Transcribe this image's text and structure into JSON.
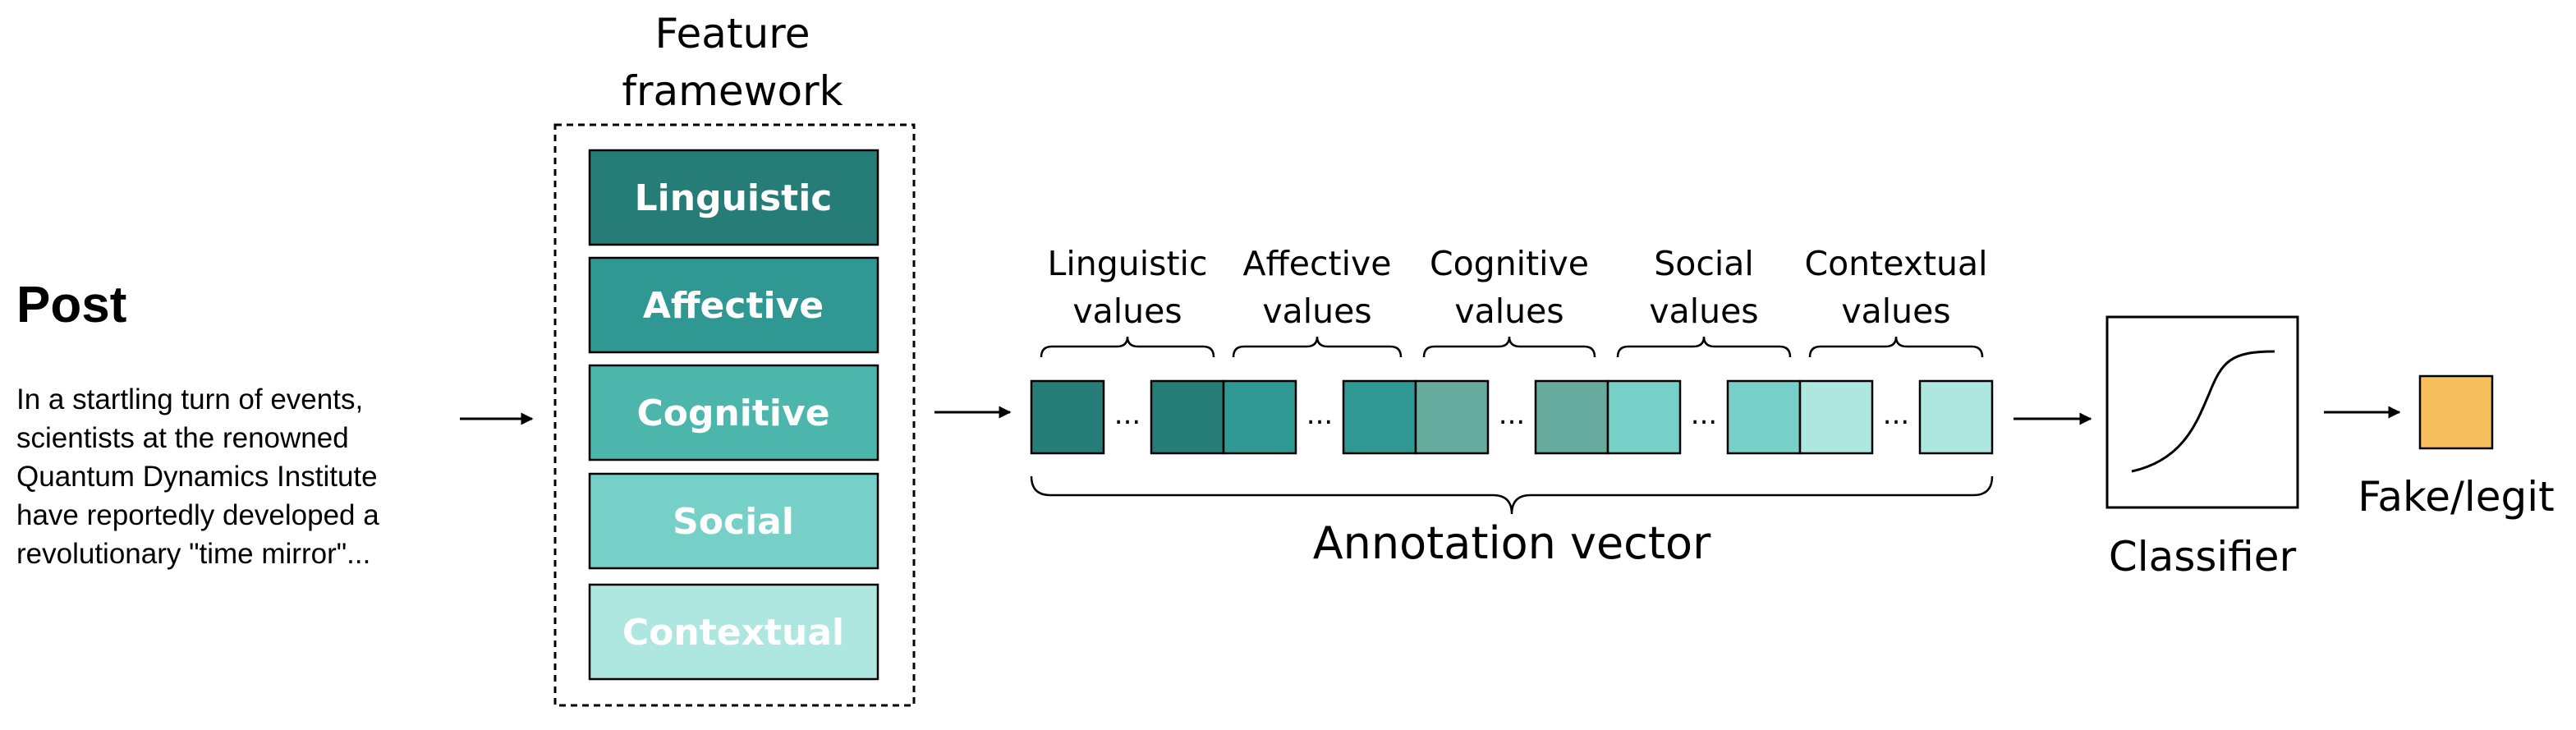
{
  "post": {
    "title": "Post",
    "lines": [
      "In a startling turn of events,",
      "scientists at the renowned",
      "Quantum Dynamics Institute",
      "have reportedly developed a",
      "revolutionary \"time mirror\"..."
    ]
  },
  "framework": {
    "title_lines": [
      "Feature",
      "framework"
    ],
    "boxes": [
      {
        "label": "Linguistic",
        "color": "#267d78"
      },
      {
        "label": "Affective",
        "color": "#2f9893"
      },
      {
        "label": "Cognitive",
        "color": "#4cb6ac"
      },
      {
        "label": "Social",
        "color": "#76d0c8"
      },
      {
        "label": "Contextual",
        "color": "#aee6e0"
      }
    ]
  },
  "groups": [
    {
      "lines": [
        "Linguistic",
        "values"
      ],
      "color": "#267d78"
    },
    {
      "lines": [
        "Affective",
        "values"
      ],
      "color": "#2f9893"
    },
    {
      "lines": [
        "Cognitive",
        "values"
      ],
      "color": "#66ab9d"
    },
    {
      "lines": [
        "Social",
        "values"
      ],
      "color": "#76d0c8"
    },
    {
      "lines": [
        "Contextual",
        "values"
      ],
      "color": "#aee6e0"
    }
  ],
  "ellipsis": "...",
  "vector_label": "Annotation vector",
  "classifier_label": "Classifier",
  "output": {
    "label": "Fake/legit",
    "color": "#f7be5d"
  }
}
